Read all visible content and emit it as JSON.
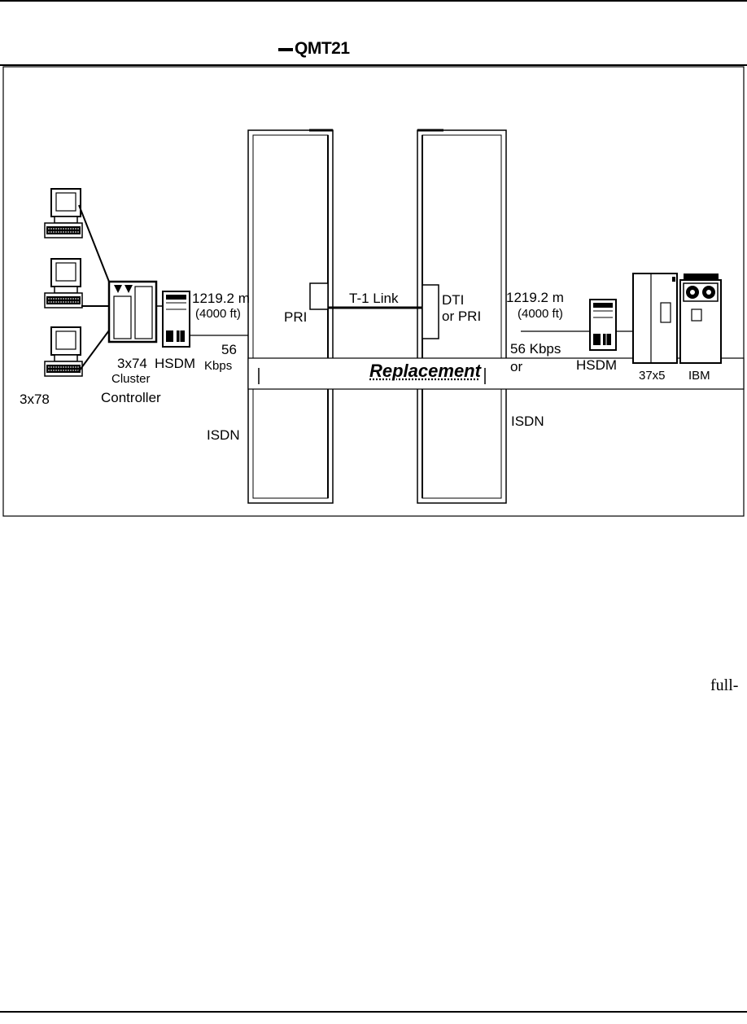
{
  "header": {
    "title": "QMT21"
  },
  "diagram": {
    "left_side": {
      "terminal_label": "3x78",
      "controller_line1": "3x74",
      "controller_line2": "Cluster",
      "controller_line3": "Controller",
      "modem_label": "HSDM",
      "distance_m": "1219.2 m",
      "distance_ft": "(4000 ft)",
      "speed_line1": "56",
      "speed_line2": "Kbps",
      "isdn_label": "ISDN",
      "pri_label": "PRI"
    },
    "middle": {
      "link_label": "T-1 Link",
      "dti_label": "DTI",
      "or_pri_label": "or PRI",
      "banner_label": "Replacement"
    },
    "right_side": {
      "distance_m": "1219.2 m",
      "distance_ft": "(4000 ft)",
      "speed_label": "56 Kbps",
      "or_label": "or",
      "isdn_label": "ISDN",
      "modem_label": "HSDM",
      "fep_label": "37x5",
      "host_label": "IBM"
    }
  },
  "body_text": {
    "trailing_fragment": "full-"
  }
}
